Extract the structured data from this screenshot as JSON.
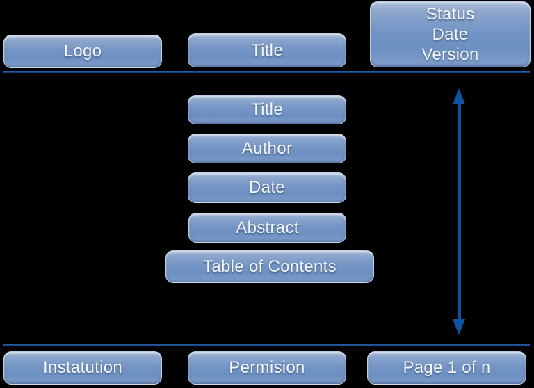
{
  "colors": {
    "background": "#000000",
    "divider_line": "#12498c",
    "arrow": "#0f529e",
    "box_fill_top": "#aebfdc",
    "box_fill_middle": "#7495c5",
    "box_fill_bottom": "#7f9dca",
    "box_border": "#d8e2f0",
    "label_text": "#f2f5f9"
  },
  "header": {
    "logo_label": "Logo",
    "title_label": "Title",
    "status_box_lines": [
      "Status",
      "Date",
      "Version"
    ]
  },
  "title_block": {
    "title_label": "Title",
    "author_label": "Author",
    "date_label": "Date",
    "abstract_label": "Abstract",
    "toc_label": "Table of Contents"
  },
  "footer": {
    "institution_label": "Instatution",
    "permission_label": "Permision",
    "page_label": "Page 1 of n"
  }
}
